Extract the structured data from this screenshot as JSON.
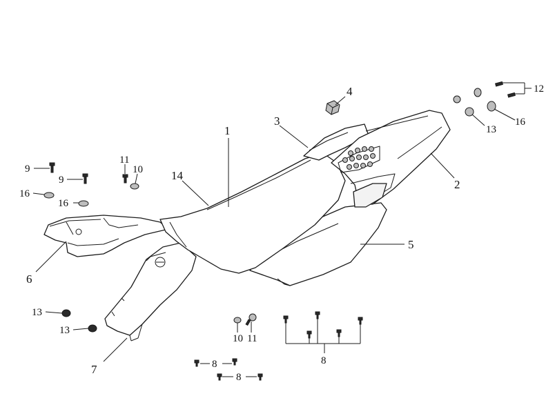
{
  "callouts": {
    "c1": "1",
    "c2": "2",
    "c3": "3",
    "c4": "4",
    "c5": "5",
    "c6": "6",
    "c7": "7",
    "c8a": "8",
    "c8b": "8",
    "c8c": "8",
    "c9a": "9",
    "c9b": "9",
    "c10a": "10",
    "c10b": "10",
    "c11a": "11",
    "c11b": "11",
    "c12": "12",
    "c13a": "13",
    "c13b": "13",
    "c13c": "13",
    "c14": "14",
    "c16a": "16",
    "c16b": "16",
    "c16c": "16"
  }
}
